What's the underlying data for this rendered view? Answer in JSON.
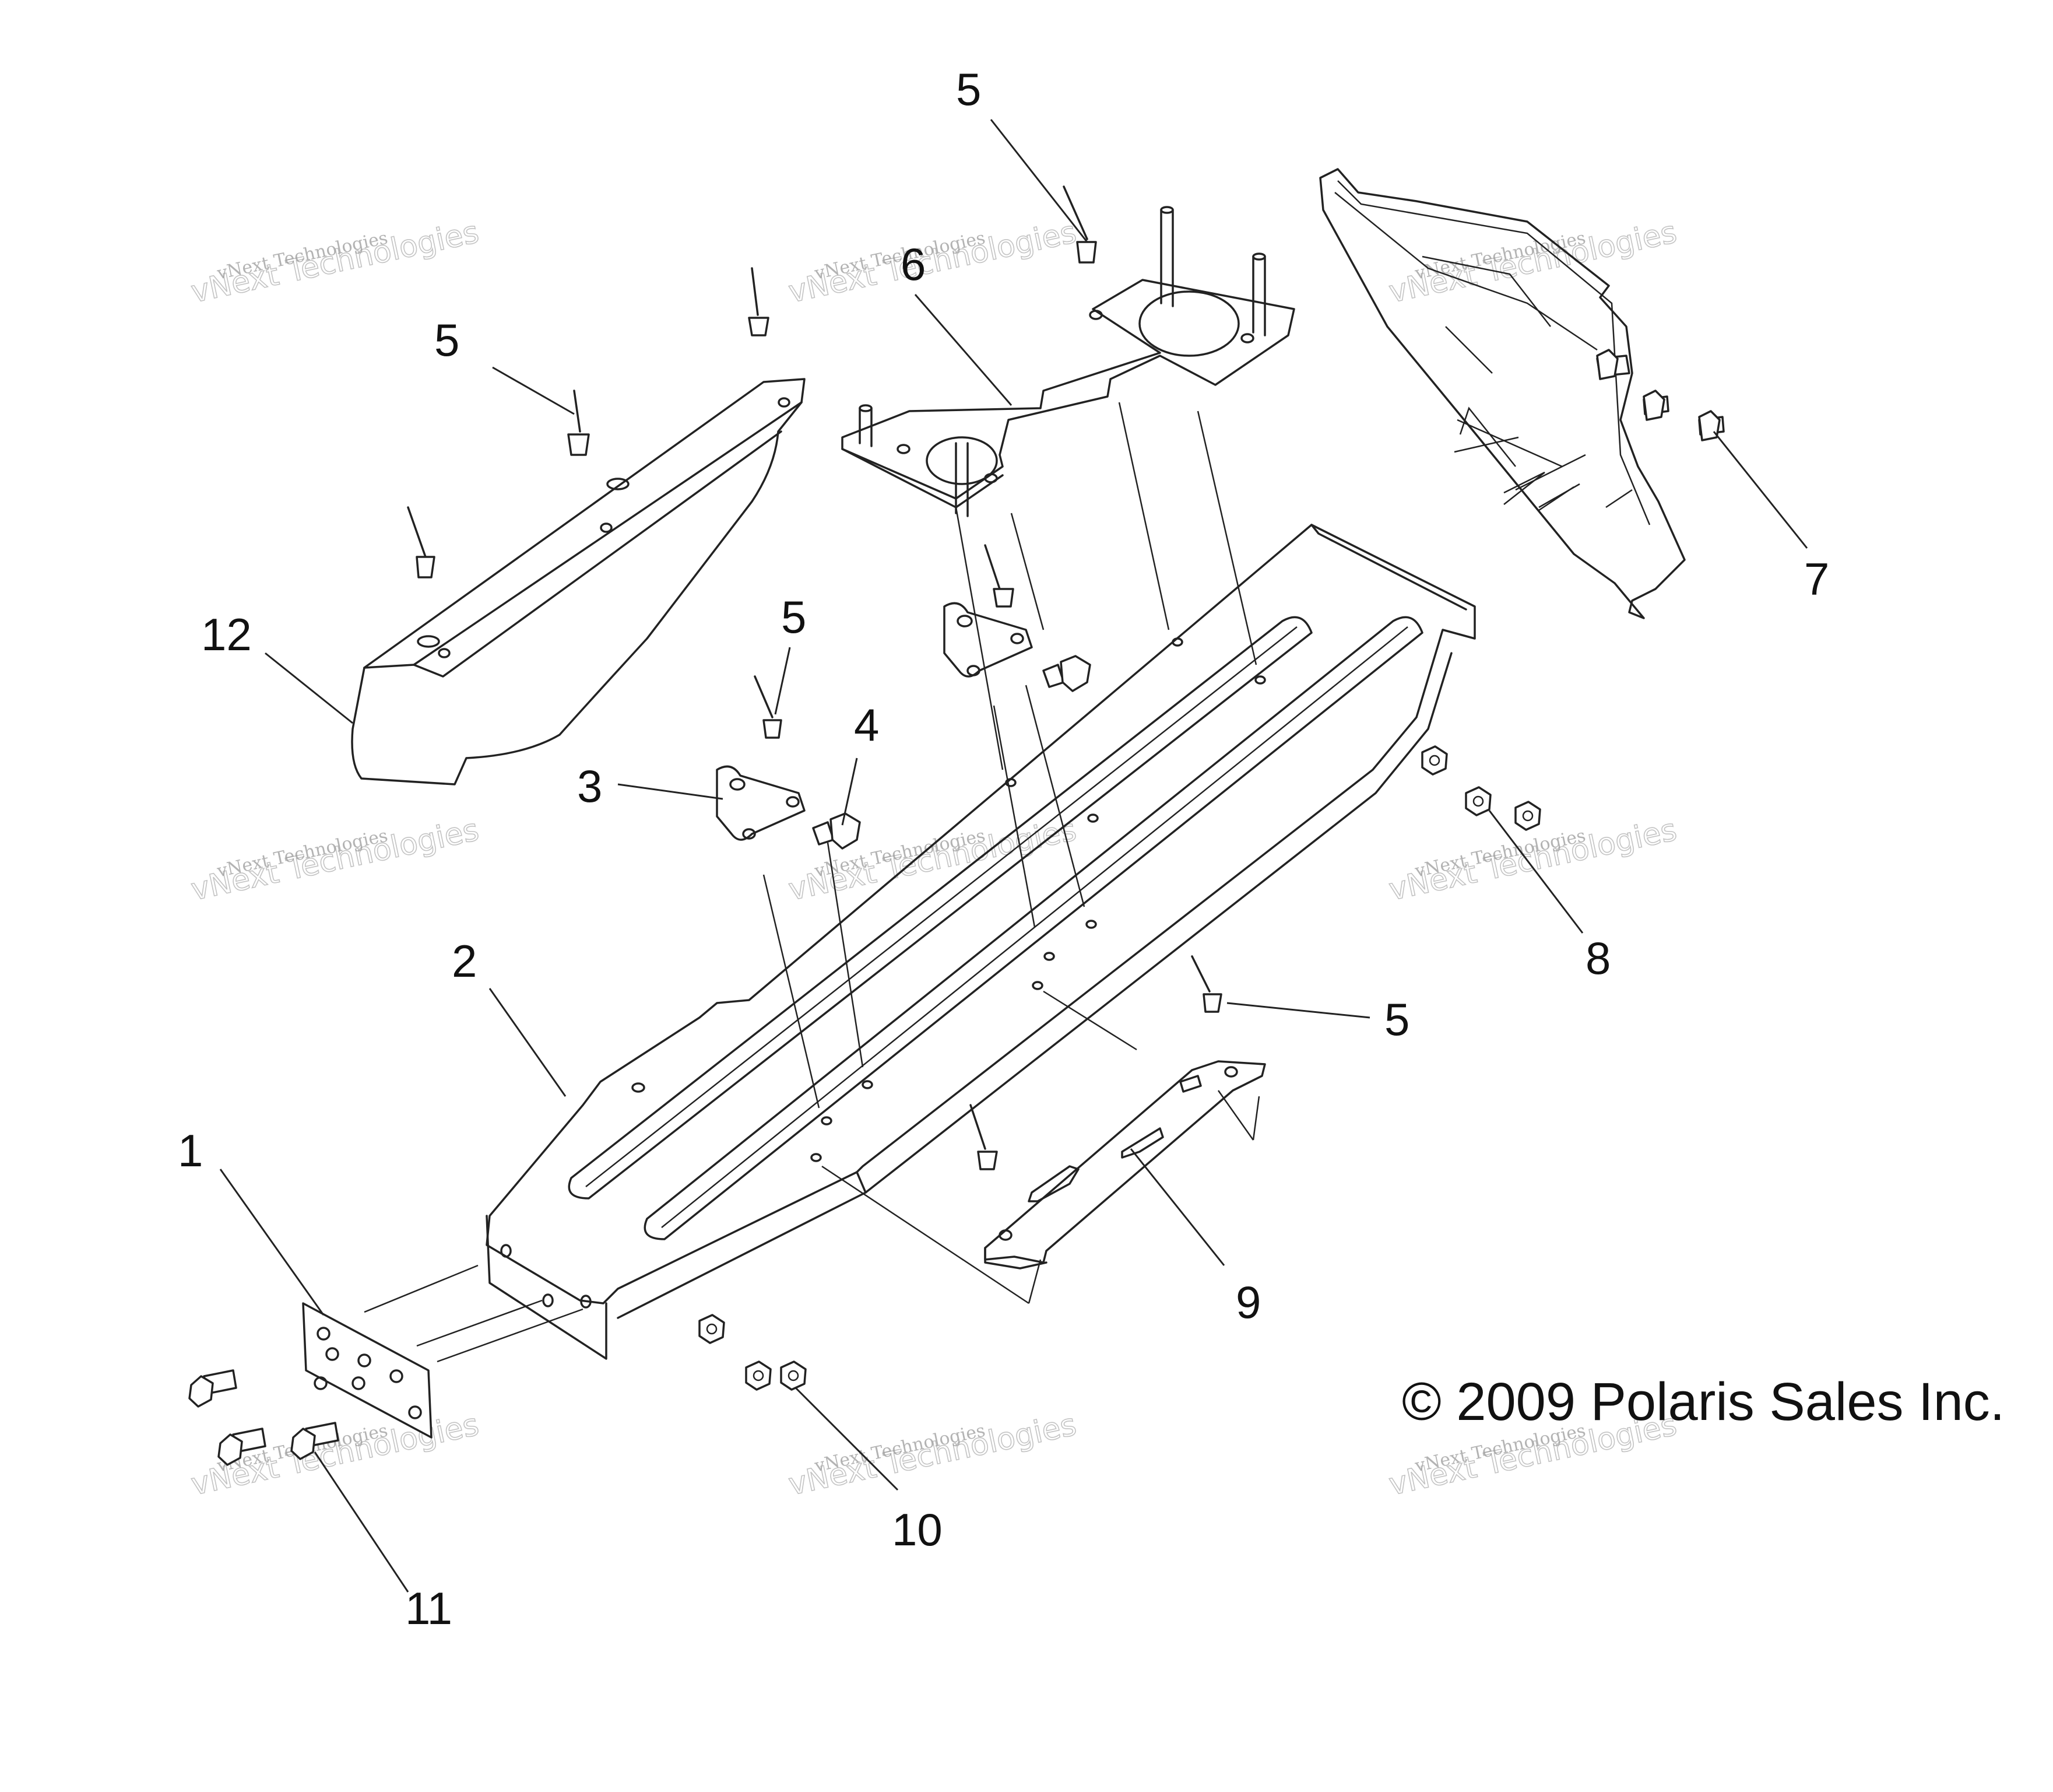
{
  "callouts": {
    "c1": "1",
    "c2": "2",
    "c3": "3",
    "c4": "4",
    "c5a": "5",
    "c5b": "5",
    "c5c": "5",
    "c5d": "5",
    "c6": "6",
    "c7": "7",
    "c8": "8",
    "c9": "9",
    "c10": "10",
    "c11": "11",
    "c12": "12"
  },
  "copyright": "© 2009 Polaris Sales Inc.",
  "watermark": {
    "line1": "vNext Technologies",
    "line2": "vNext Technologies"
  },
  "colors": {
    "line": "#222222",
    "background": "#ffffff",
    "watermark": "#b5b5b5"
  }
}
